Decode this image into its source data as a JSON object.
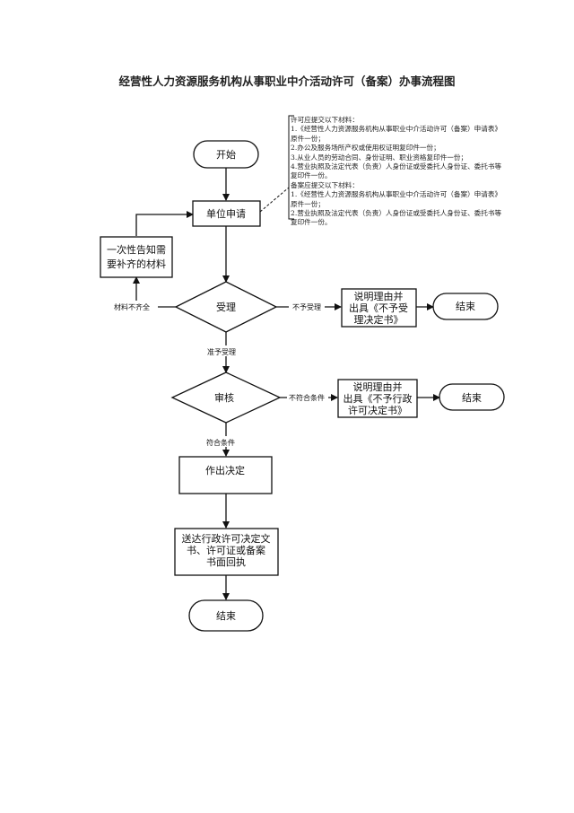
{
  "title": "经营性人力资源服务机构从事职业中介活动许可（备案）办事流程图",
  "nodes": {
    "start": "开始",
    "apply": "单位申请",
    "inform": [
      "一次性告知需",
      "要补齐的材料"
    ],
    "accept": "受理",
    "reject_notice": [
      "说明理由并",
      "出具《不予受",
      "理决定书》"
    ],
    "end1": "结束",
    "review": "审核",
    "deny_notice": [
      "说明理由并",
      "出具《不予行政",
      "许可决定书》"
    ],
    "end2": "结束",
    "decide": "作出决定",
    "deliver": [
      "送达行政许可决定文",
      "书、许可证或备案",
      "书面回执"
    ],
    "end3": "结束"
  },
  "edges": {
    "incomplete": "材料不齐全",
    "not_accepted": "不予受理",
    "accepted": "准予受理",
    "not_qualified": "不符合条件",
    "qualified": "符合条件"
  },
  "note": [
    "许可应提交以下材料：",
    "1.《经营性人力资源服务机构从事职业中介活动许可（备案）申请表》原件一份；",
    "2.办公及服务场所产权或使用权证明复印件一份；",
    "3.从业人员的劳动合同、身份证明、职业资格复印件一份；",
    "4.营业执照及法定代表（负责）人身份证或受委托人身份证、委托书等复印件一份。",
    "备案应提交以下材料：",
    "1.《经营性人力资源服务机构从事职业中介活动许可（备案）申请表》原件一份；",
    "2.营业执照及法定代表（负责）人身份证或受委托人身份证、委托书等复印件一份。"
  ]
}
